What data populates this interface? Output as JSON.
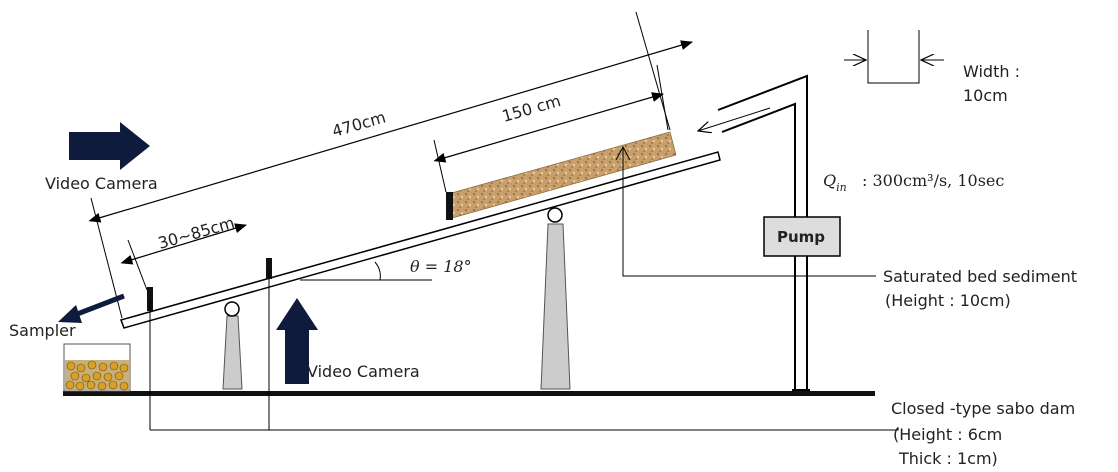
{
  "labels": {
    "total_length": "470cm",
    "sediment_length": "150 cm",
    "dam_distance": "30~85cm",
    "video_camera_top": "Video Camera",
    "video_camera_bottom": "Video Camera",
    "sampler": "Sampler",
    "pump": "Pump",
    "width_line1": "Width :",
    "width_line2": "10cm",
    "q_symbol": "Q",
    "q_subscript": "in",
    "q_value": ":  300cm³/s, 10sec",
    "angle": "θ = 18°",
    "sediment_line1": "Saturated bed sediment",
    "sediment_line2": "(Height : 10cm)",
    "dam_line1": "Closed -type sabo dam",
    "dam_line2": "(Height : 6cm",
    "dam_line3": "Thick : 1cm)"
  },
  "colors": {
    "line": "#000000",
    "arrow_navy": "#0f1b3d",
    "sediment": "#c69a64",
    "support": "#cccccc",
    "pump_box": "#dddddd",
    "gravel": "#d9a028"
  }
}
